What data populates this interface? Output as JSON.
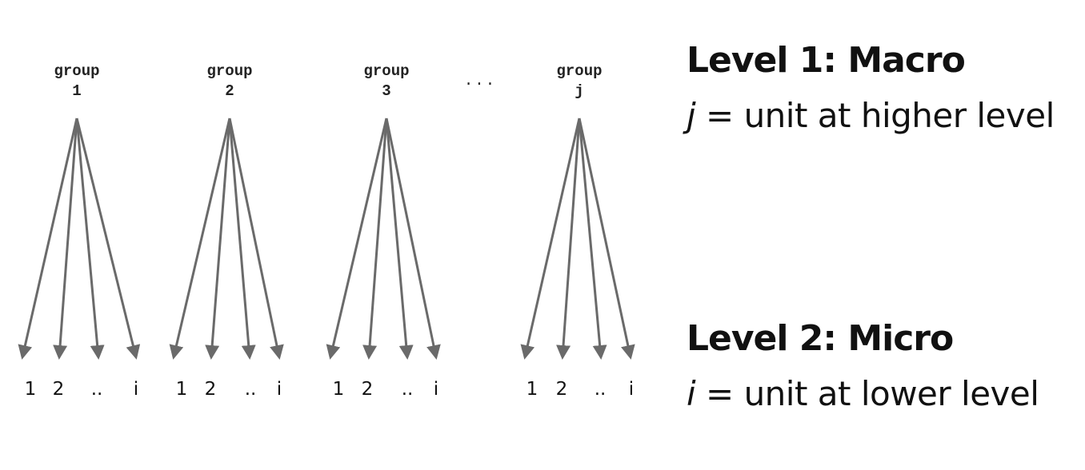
{
  "groups": [
    {
      "title": "group",
      "id": "1",
      "leaves": [
        "1",
        "2",
        "..",
        "i"
      ]
    },
    {
      "title": "group",
      "id": "2",
      "leaves": [
        "1",
        "2",
        "..",
        "i"
      ]
    },
    {
      "title": "group",
      "id": "3",
      "leaves": [
        "1",
        "2",
        "..",
        "i"
      ]
    },
    {
      "title": "group",
      "id": "j",
      "leaves": [
        "1",
        "2",
        "..",
        "i"
      ]
    }
  ],
  "ellipsis": "...",
  "level1": {
    "title": "Level 1: Macro",
    "symbol": "j",
    "description": " = unit at higher level"
  },
  "level2": {
    "title": "Level 2: Micro",
    "symbol": "i",
    "description": " = unit at lower level"
  },
  "colors": {
    "arrow": "#6a6a6a",
    "text": "#111111"
  }
}
